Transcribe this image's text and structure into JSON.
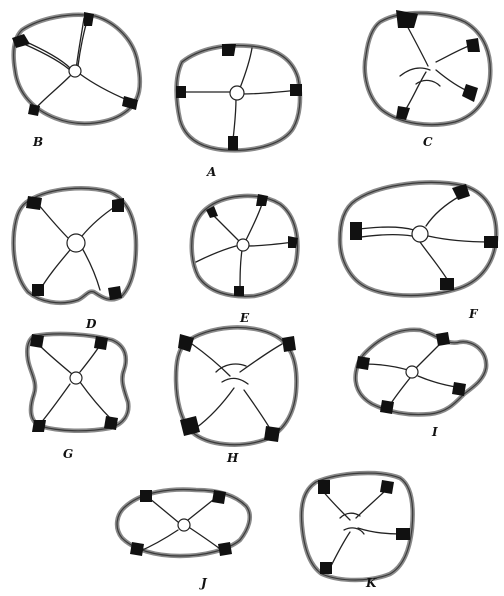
{
  "panels": [
    {
      "id": "B",
      "label": "B"
    },
    {
      "id": "A",
      "label": "A"
    },
    {
      "id": "C",
      "label": "C"
    },
    {
      "id": "D",
      "label": "D"
    },
    {
      "id": "E",
      "label": "E"
    },
    {
      "id": "F",
      "label": "F"
    },
    {
      "id": "G",
      "label": "G"
    },
    {
      "id": "H",
      "label": "H"
    },
    {
      "id": "I",
      "label": "I"
    },
    {
      "id": "J",
      "label": "J"
    },
    {
      "id": "K",
      "label": "K"
    }
  ]
}
